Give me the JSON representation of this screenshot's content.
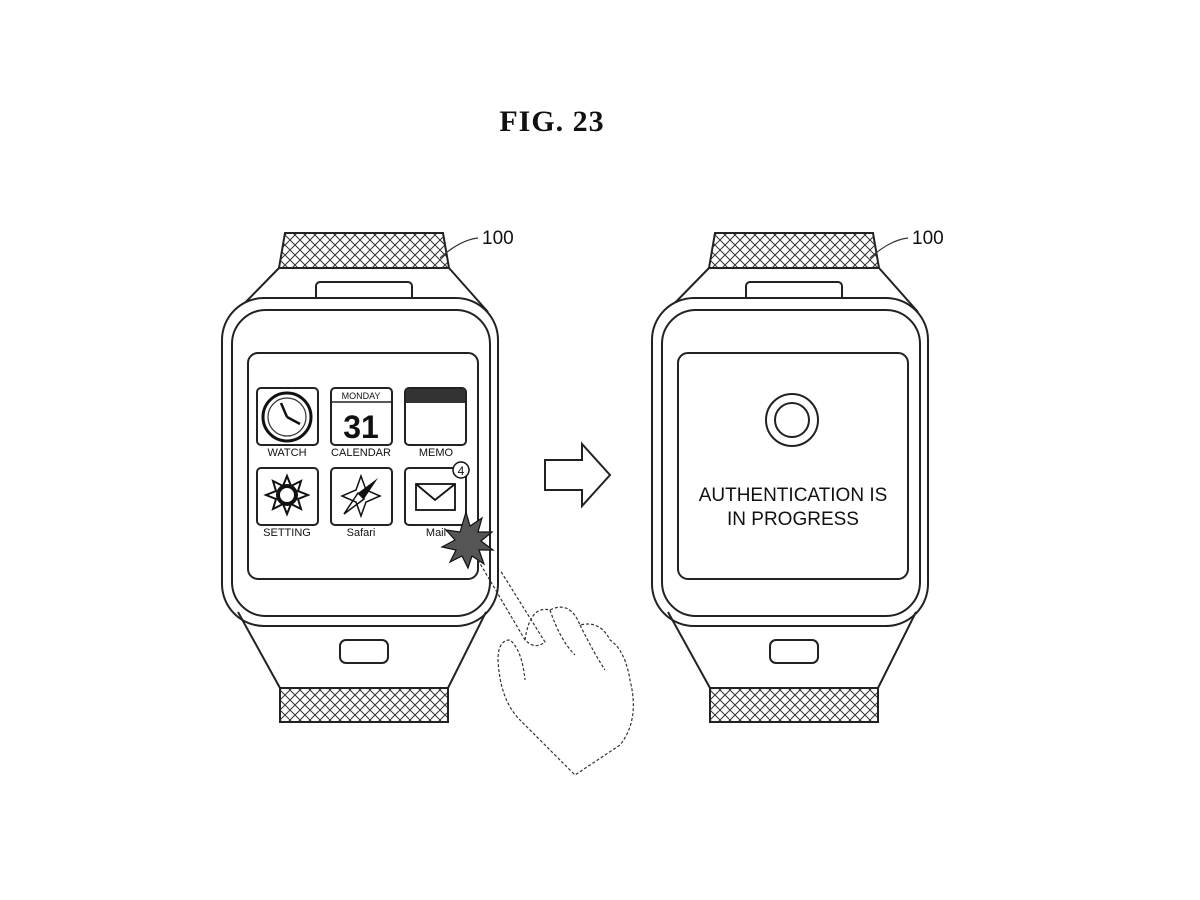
{
  "figure": {
    "title": "FIG. 23"
  },
  "left_watch": {
    "reference": "100",
    "apps": [
      {
        "label": "WATCH",
        "icon": "clock-icon"
      },
      {
        "label": "CALENDAR",
        "icon": "calendar-icon",
        "day": "MONDAY",
        "date": "31"
      },
      {
        "label": "MEMO",
        "icon": "memo-icon"
      },
      {
        "label": "SETTING",
        "icon": "gear-icon"
      },
      {
        "label": "Safari",
        "icon": "compass-icon"
      },
      {
        "label": "Mail",
        "icon": "envelope-icon",
        "badge": "4"
      }
    ]
  },
  "transition": {
    "icon": "arrow-right-icon"
  },
  "right_watch": {
    "reference": "100",
    "icon": "fingerprint-circle-icon",
    "message_line1": "AUTHENTICATION IS",
    "message_line2": "IN PROGRESS"
  },
  "colors": {
    "line": "#222222",
    "background": "#ffffff"
  }
}
